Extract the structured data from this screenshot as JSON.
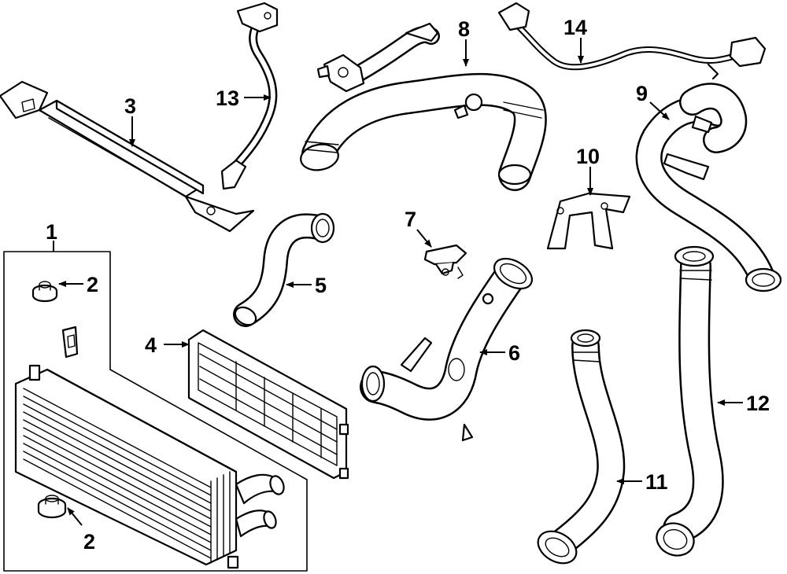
{
  "callouts": {
    "c1": "1",
    "c2a": "2",
    "c2b": "2",
    "c3": "3",
    "c4": "4",
    "c5": "5",
    "c6": "6",
    "c7": "7",
    "c8": "8",
    "c9": "9",
    "c10": "10",
    "c11": "11",
    "c12": "12",
    "c13": "13",
    "c14": "14"
  },
  "colors": {
    "line": "#000000",
    "background": "#ffffff"
  }
}
